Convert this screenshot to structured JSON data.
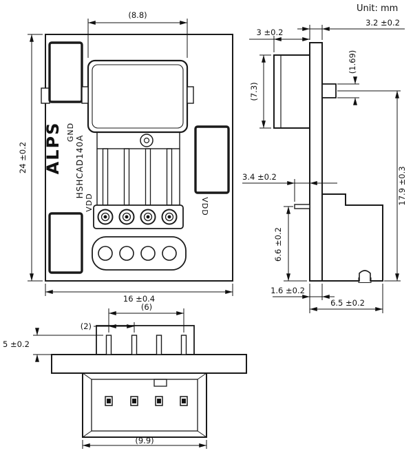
{
  "unit_label": "Unit: mm",
  "colors": {
    "line": "#1a1a1a",
    "background": "#ffffff"
  },
  "part_labels": {
    "brand": "ALPS",
    "gnd": "GND",
    "part_number": "HSHCAD140A",
    "vdd_left": "VDD",
    "vdd_right": "VDD"
  },
  "dims": {
    "front_connector_width": "(8.8)",
    "front_height": "24 ±0.2",
    "front_width": "16 ±0.4",
    "side_top_thickness": "3.2 ±0.2",
    "side_block_depth": "3 ±0.2",
    "side_block_height": "(7.3)",
    "side_tab": "(1.69)",
    "side_overall_height": "17.9 ±0.3",
    "side_pin_length": "3.4 ±0.2",
    "side_lower_height": "6.6 ±0.2",
    "side_plate_thickness": "1.6 ±0.2",
    "side_depth": "6.5 ±0.2",
    "bottom_pin_span": "(6)",
    "bottom_pin_pitch": "(2)",
    "bottom_pin_height": "5 ±0.2",
    "bottom_housing_width": "(9.9)"
  }
}
